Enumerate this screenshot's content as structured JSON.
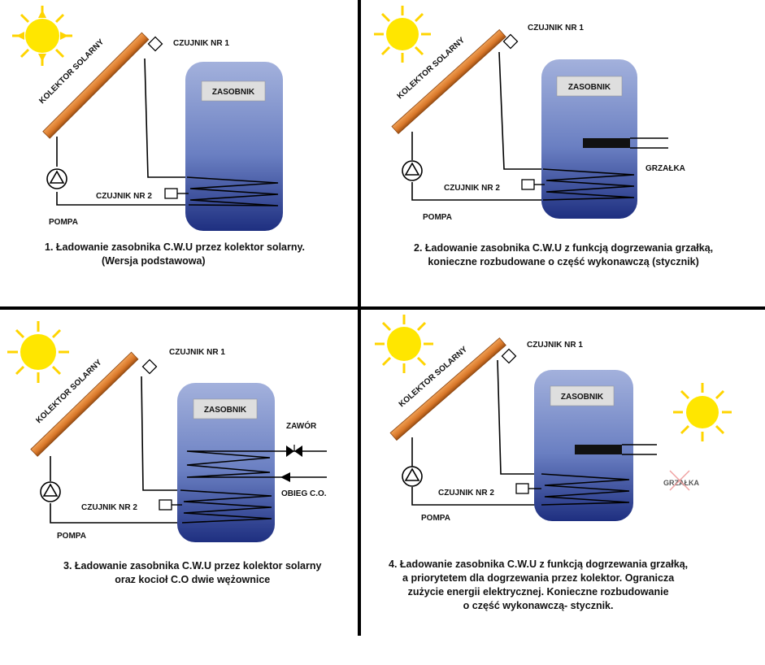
{
  "colors": {
    "tank_top": "#9aa9d6",
    "tank_mid": "#6a7fc2",
    "tank_bottom": "#1e2f80",
    "collector": "#d9782a",
    "collector_dark": "#8a4511",
    "sun": "#ffe600",
    "sun_ray": "#ffd400",
    "line": "#000000",
    "label_box": "#dedede",
    "cross": "#f0a0a0"
  },
  "icons": [
    "sun-icon",
    "pump-icon",
    "sensor-icon",
    "valve-icon",
    "arrow-icon"
  ],
  "labels": {
    "kolektor": "KOLEKTOR SOLARNY",
    "czujnik1": "CZUJNIK NR 1",
    "czujnik2": "CZUJNIK NR 2",
    "pompa": "POMPA",
    "zasobnik": "ZASOBNIK",
    "grzalka": "GRZAŁKA",
    "zawor": "ZAWÓR",
    "obieg": "OBIEG C.O."
  },
  "panels": [
    {
      "id": 1,
      "caption": [
        "1.    Ładowanie zasobnika C.W.U  przez kolektor solarny.",
        "(Wersja  podstawowa)"
      ]
    },
    {
      "id": 2,
      "caption": [
        "2. Ładowanie zasobnika C.W.U z funkcją dogrzewania grzałką,",
        "konieczne  rozbudowane  o część wykonawczą  (stycznik)"
      ]
    },
    {
      "id": 3,
      "caption": [
        "3.  Ładowanie zasobnika C.W.U przez kolektor solarny",
        "oraz kocioł C.O dwie  wężownice"
      ]
    },
    {
      "id": 4,
      "caption": [
        "4.  Ładowanie zasobnika C.W.U z funkcją dogrzewania grzałką,",
        "a priorytetem  dla  dogrzewania przez kolektor. Ogranicza",
        "zużycie energii elektrycznej.   Konieczne  rozbudowanie",
        "o część wykonawczą-  stycznik."
      ]
    }
  ]
}
